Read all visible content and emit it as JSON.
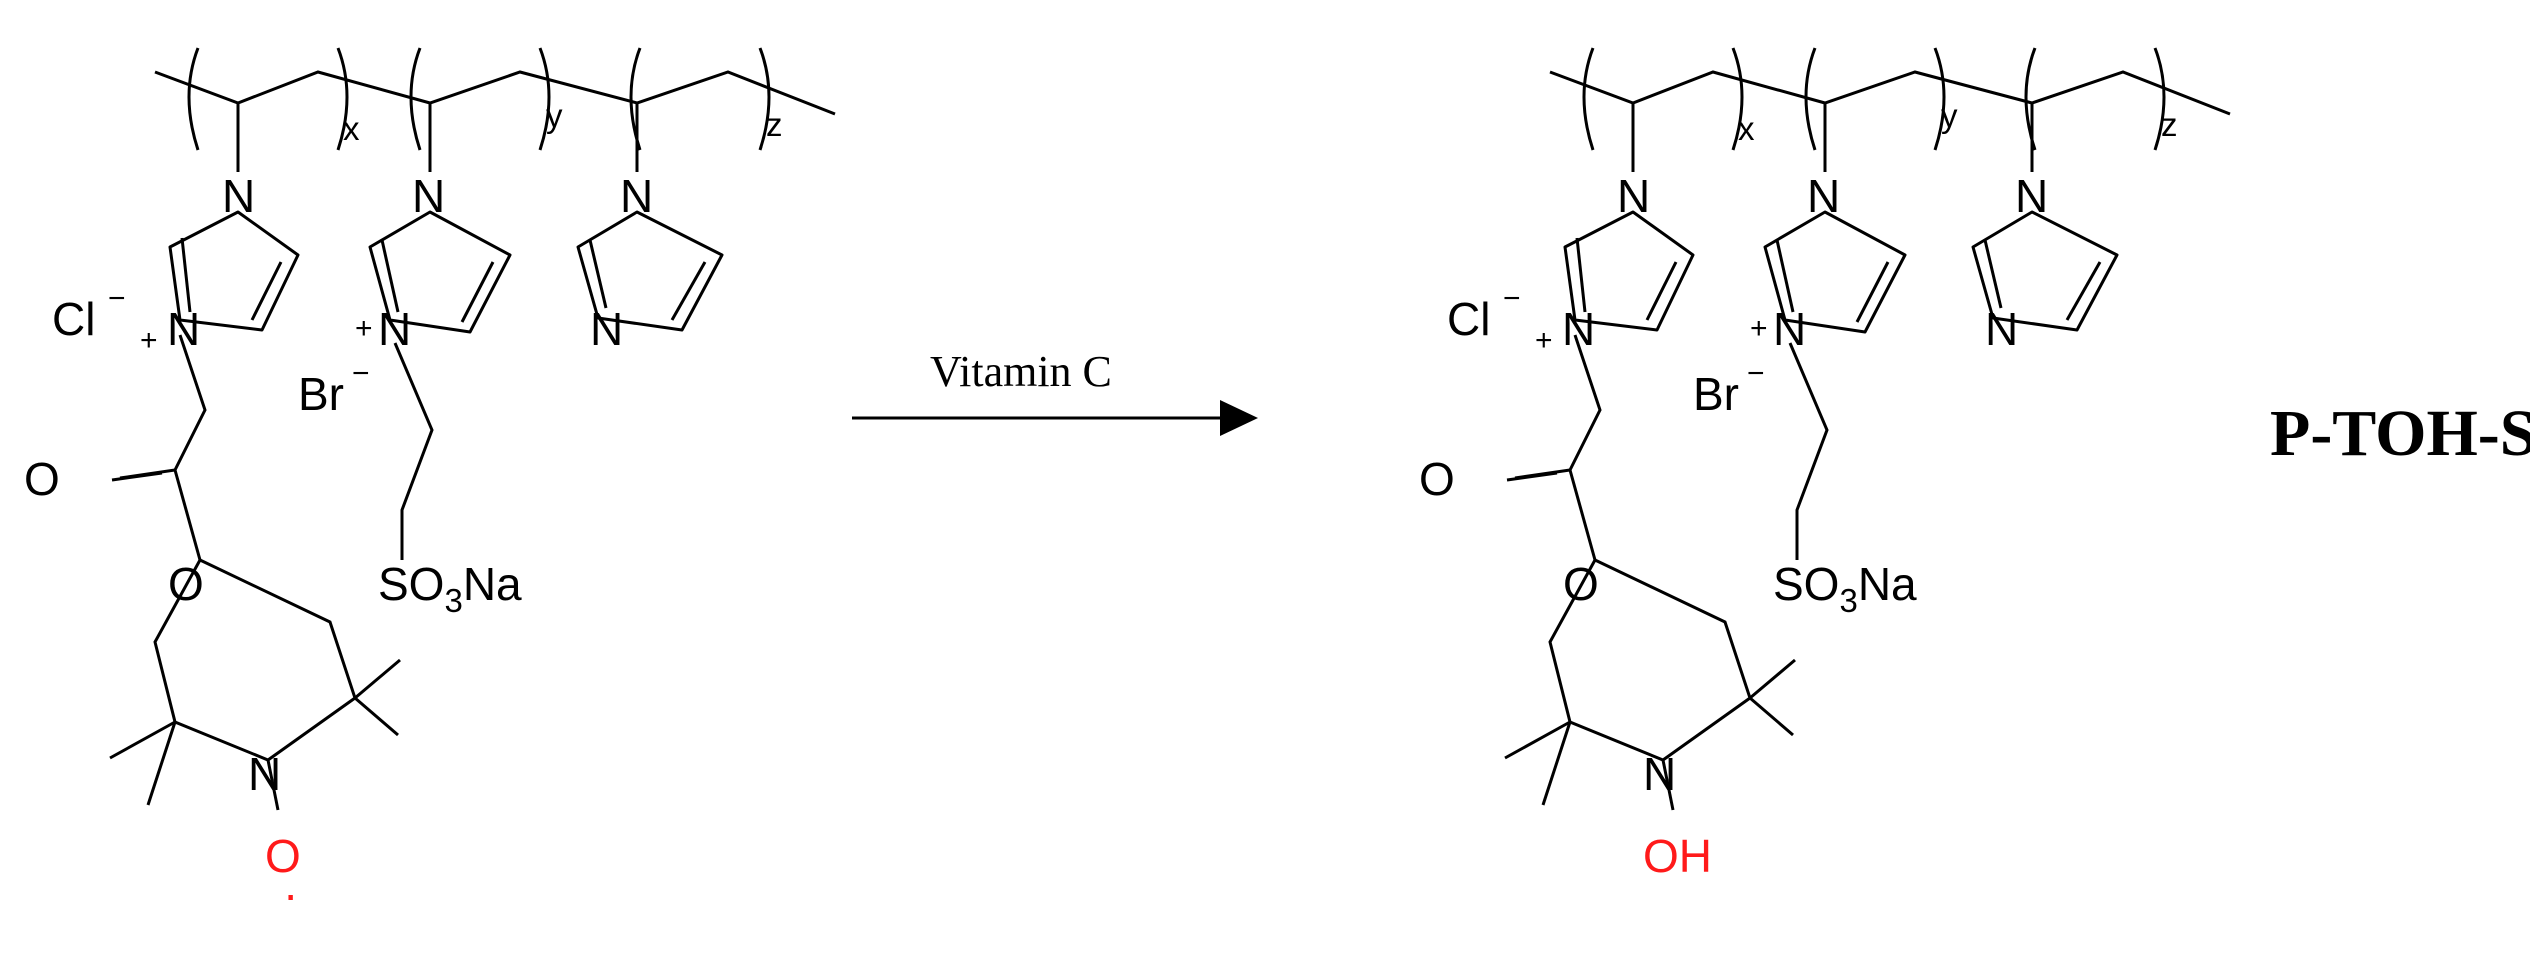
{
  "reaction": {
    "reagent": "Vitamin C",
    "product_name": "P-TOH-S"
  },
  "reactant": {
    "subscripts": [
      "x",
      "y",
      "z"
    ],
    "counterion_1": "Cl",
    "counterion_2": "Br",
    "charge_minus": "−",
    "charge_plus": "+",
    "nitrogen": "N",
    "oxygen": "O",
    "radical_dot": "·",
    "sulfonate_prefix": "SO",
    "sulfonate_sub": "3",
    "sulfonate_suffix": "Na",
    "nitroxide_o": "O"
  },
  "product": {
    "subscripts": [
      "x",
      "y",
      "z"
    ],
    "counterion_1": "Cl",
    "counterion_2": "Br",
    "charge_minus": "−",
    "charge_plus": "+",
    "nitrogen": "N",
    "oxygen": "O",
    "sulfonate_prefix": "SO",
    "sulfonate_sub": "3",
    "sulfonate_suffix": "Na",
    "hydroxylamine": "OH"
  },
  "colors": {
    "bond": "#000000",
    "highlight": "#ff1a1a"
  }
}
